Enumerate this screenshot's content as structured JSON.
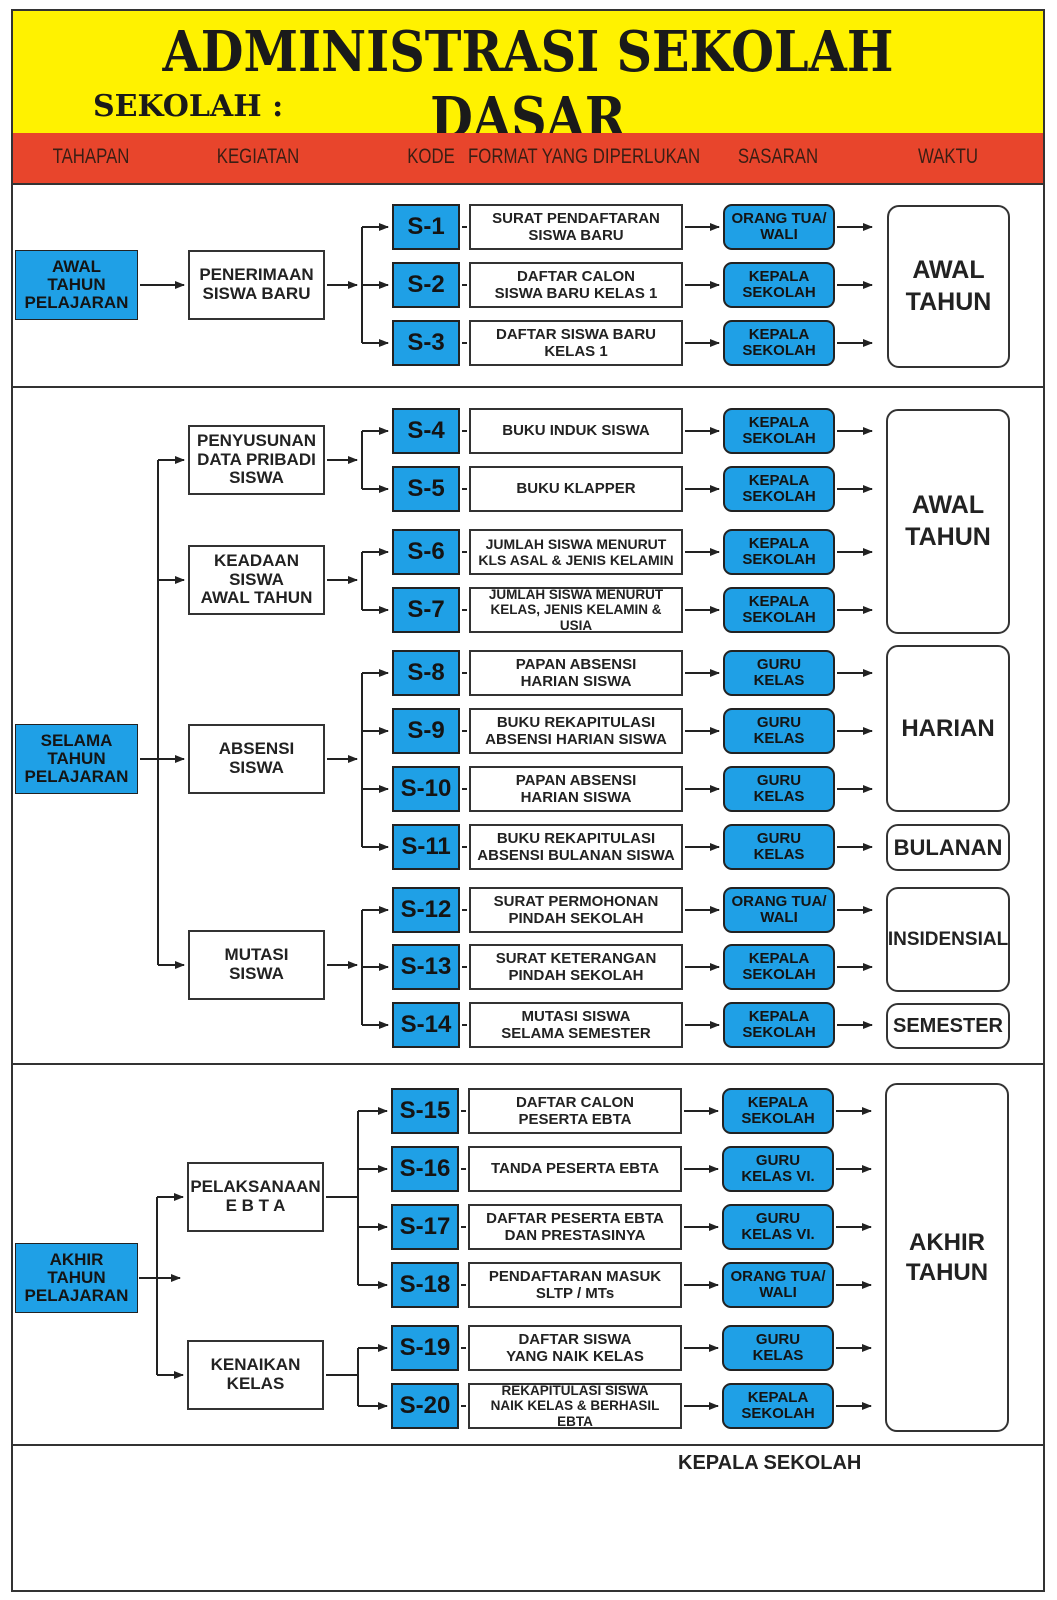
{
  "title": "ADMINISTRASI SEKOLAH DASAR",
  "school_label": "SEKOLAH :",
  "headers": {
    "tahapan": "TAHAPAN",
    "kegiatan": "KEGIATAN",
    "kode": "KODE",
    "format": "FORMAT YANG DIPERLUKAN",
    "sasaran": "SASARAN",
    "waktu": "WAKTU"
  },
  "stages": [
    {
      "label": "AWAL\nTAHUN\nPELAJARAN"
    },
    {
      "label": "SELAMA\nTAHUN\nPELAJARAN"
    },
    {
      "label": "AKHIR\nTAHUN\nPELAJARAN"
    }
  ],
  "activities": [
    {
      "label": "PENERIMAAN\nSISWA BARU"
    },
    {
      "label": "PENYUSUNAN\nDATA PRIBADI\nSISWA"
    },
    {
      "label": "KEADAAN\nSISWA\nAWAL TAHUN"
    },
    {
      "label": "ABSENSI\nSISWA"
    },
    {
      "label": "MUTASI\nSISWA"
    },
    {
      "label": "PELAKSANAAN\nE B T A"
    },
    {
      "label": "KENAIKAN\nKELAS"
    }
  ],
  "rows": [
    {
      "code": "S-1",
      "format": "SURAT PENDAFTARAN\nSISWA BARU",
      "target": "ORANG TUA/\nWALI"
    },
    {
      "code": "S-2",
      "format": "DAFTAR CALON\nSISWA BARU KELAS 1",
      "target": "KEPALA\nSEKOLAH"
    },
    {
      "code": "S-3",
      "format": "DAFTAR SISWA BARU\nKELAS 1",
      "target": "KEPALA\nSEKOLAH"
    },
    {
      "code": "S-4",
      "format": "BUKU INDUK SISWA",
      "target": "KEPALA\nSEKOLAH"
    },
    {
      "code": "S-5",
      "format": "BUKU KLAPPER",
      "target": "KEPALA\nSEKOLAH"
    },
    {
      "code": "S-6",
      "format": "JUMLAH SISWA MENURUT\nKLS ASAL & JENIS KELAMIN",
      "target": "KEPALA\nSEKOLAH"
    },
    {
      "code": "S-7",
      "format": "JUMLAH SISWA MENURUT\nKELAS, JENIS KELAMIN & USIA",
      "target": "KEPALA\nSEKOLAH"
    },
    {
      "code": "S-8",
      "format": "PAPAN ABSENSI\nHARIAN SISWA",
      "target": "GURU\nKELAS"
    },
    {
      "code": "S-9",
      "format": "BUKU REKAPITULASI\nABSENSI HARIAN SISWA",
      "target": "GURU\nKELAS"
    },
    {
      "code": "S-10",
      "format": "PAPAN ABSENSI\nHARIAN SISWA",
      "target": "GURU\nKELAS"
    },
    {
      "code": "S-11",
      "format": "BUKU REKAPITULASI\nABSENSI BULANAN SISWA",
      "target": "GURU\nKELAS"
    },
    {
      "code": "S-12",
      "format": "SURAT PERMOHONAN\nPINDAH SEKOLAH",
      "target": "ORANG TUA/\nWALI"
    },
    {
      "code": "S-13",
      "format": "SURAT KETERANGAN\nPINDAH SEKOLAH",
      "target": "KEPALA\nSEKOLAH"
    },
    {
      "code": "S-14",
      "format": "MUTASI SISWA\nSELAMA SEMESTER",
      "target": "KEPALA\nSEKOLAH"
    },
    {
      "code": "S-15",
      "format": "DAFTAR CALON\nPESERTA EBTA",
      "target": "KEPALA\nSEKOLAH"
    },
    {
      "code": "S-16",
      "format": "TANDA PESERTA EBTA",
      "target": "GURU\nKELAS VI."
    },
    {
      "code": "S-17",
      "format": "DAFTAR PESERTA EBTA\nDAN PRESTASINYA",
      "target": "GURU\nKELAS VI."
    },
    {
      "code": "S-18",
      "format": "PENDAFTARAN MASUK\nSLTP / MTs",
      "target": "ORANG TUA/\nWALI"
    },
    {
      "code": "S-19",
      "format": "DAFTAR SISWA\nYANG NAIK KELAS",
      "target": "GURU\nKELAS"
    },
    {
      "code": "S-20",
      "format": "REKAPITULASI SISWA\nNAIK KELAS & BERHASIL EBTA",
      "target": "KEPALA\nSEKOLAH"
    }
  ],
  "times": [
    {
      "label": "AWAL\nTAHUN"
    },
    {
      "label": "AWAL\nTAHUN"
    },
    {
      "label": "HARIAN"
    },
    {
      "label": "BULANAN"
    },
    {
      "label": "INSIDENSIAL"
    },
    {
      "label": "SEMESTER"
    },
    {
      "label": "AKHIR\nTAHUN"
    }
  ],
  "signature_label": "KEPALA SEKOLAH"
}
